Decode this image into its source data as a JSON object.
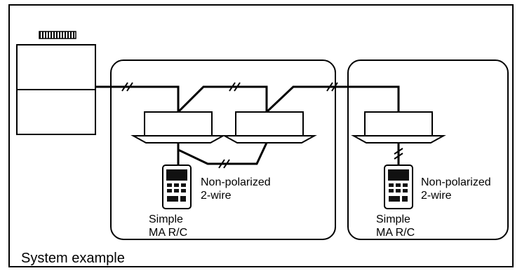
{
  "groups": [
    {
      "wiring_label": [
        "Non-polarized",
        "2-wire"
      ],
      "remote_label": [
        "Simple",
        "MA R/C"
      ]
    },
    {
      "wiring_label": [
        "Non-polarized",
        "2-wire"
      ],
      "remote_label": [
        "Simple",
        "MA R/C"
      ]
    }
  ],
  "caption": "System example"
}
